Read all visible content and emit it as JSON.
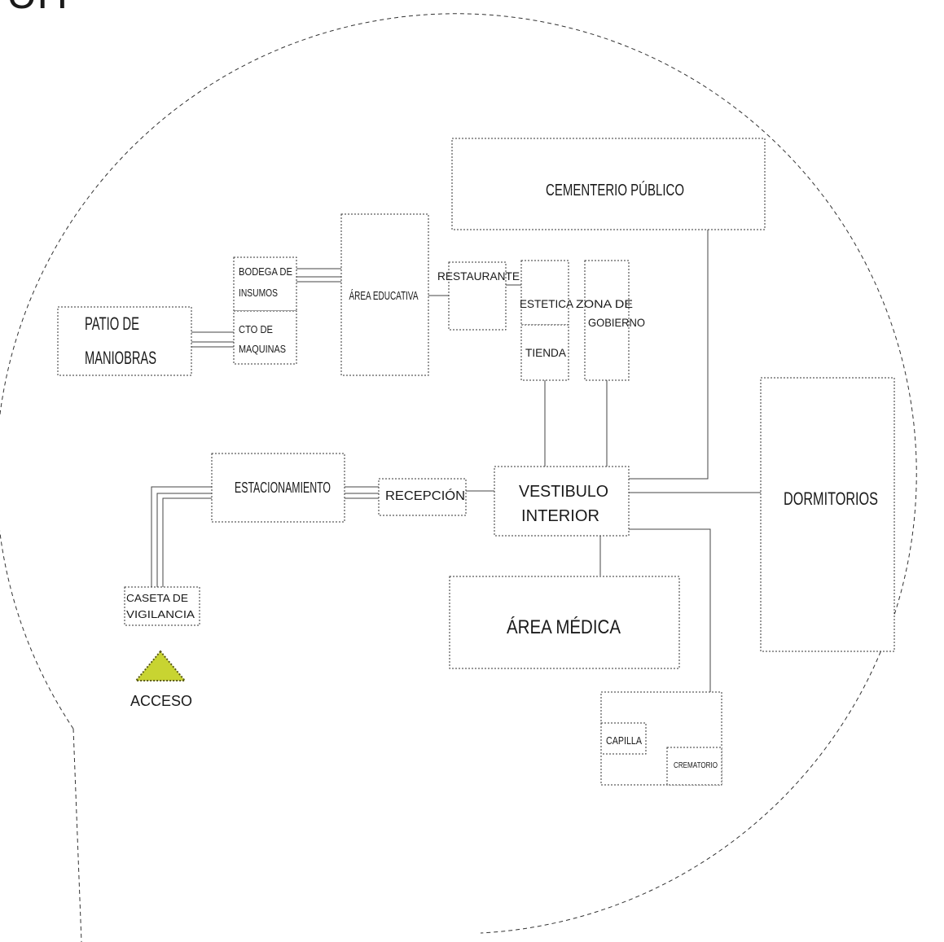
{
  "title": "UH",
  "colors": {
    "access_marker": "#c8d431",
    "access_marker_stroke": "#5a5a1a"
  },
  "zones": {
    "cementerio": "CEMENTERIO PÚBLICO",
    "bodega_line1": "BODEGA DE",
    "bodega_line2": "INSUMOS",
    "area_educativa": "ÁREA EDUCATIVA",
    "restaurante": "RESTAURANTE",
    "estetica": "ESTETICA",
    "zona_gobierno_line1": "ZONA DE",
    "zona_gobierno_line2": "GOBIERNO",
    "patio_line1": "PATIO DE",
    "patio_line2": "MANIOBRAS",
    "cto_line1": "CTO DE",
    "cto_line2": "MAQUINAS",
    "tienda": "TIENDA",
    "dormitorios": "DORMITORIOS",
    "estacionamiento": "ESTACIONAMIENTO",
    "recepcion": "RECEPCIÓN",
    "vestibulo_line1": "VESTIBULO",
    "vestibulo_line2": "INTERIOR",
    "caseta_line1": "CASETA DE",
    "caseta_line2": "VIGILANCIA",
    "area_medica": "ÁREA MÉDICA",
    "acceso": "ACCESO",
    "capilla": "CAPILLA",
    "crematorio": "CREMATORIO"
  }
}
